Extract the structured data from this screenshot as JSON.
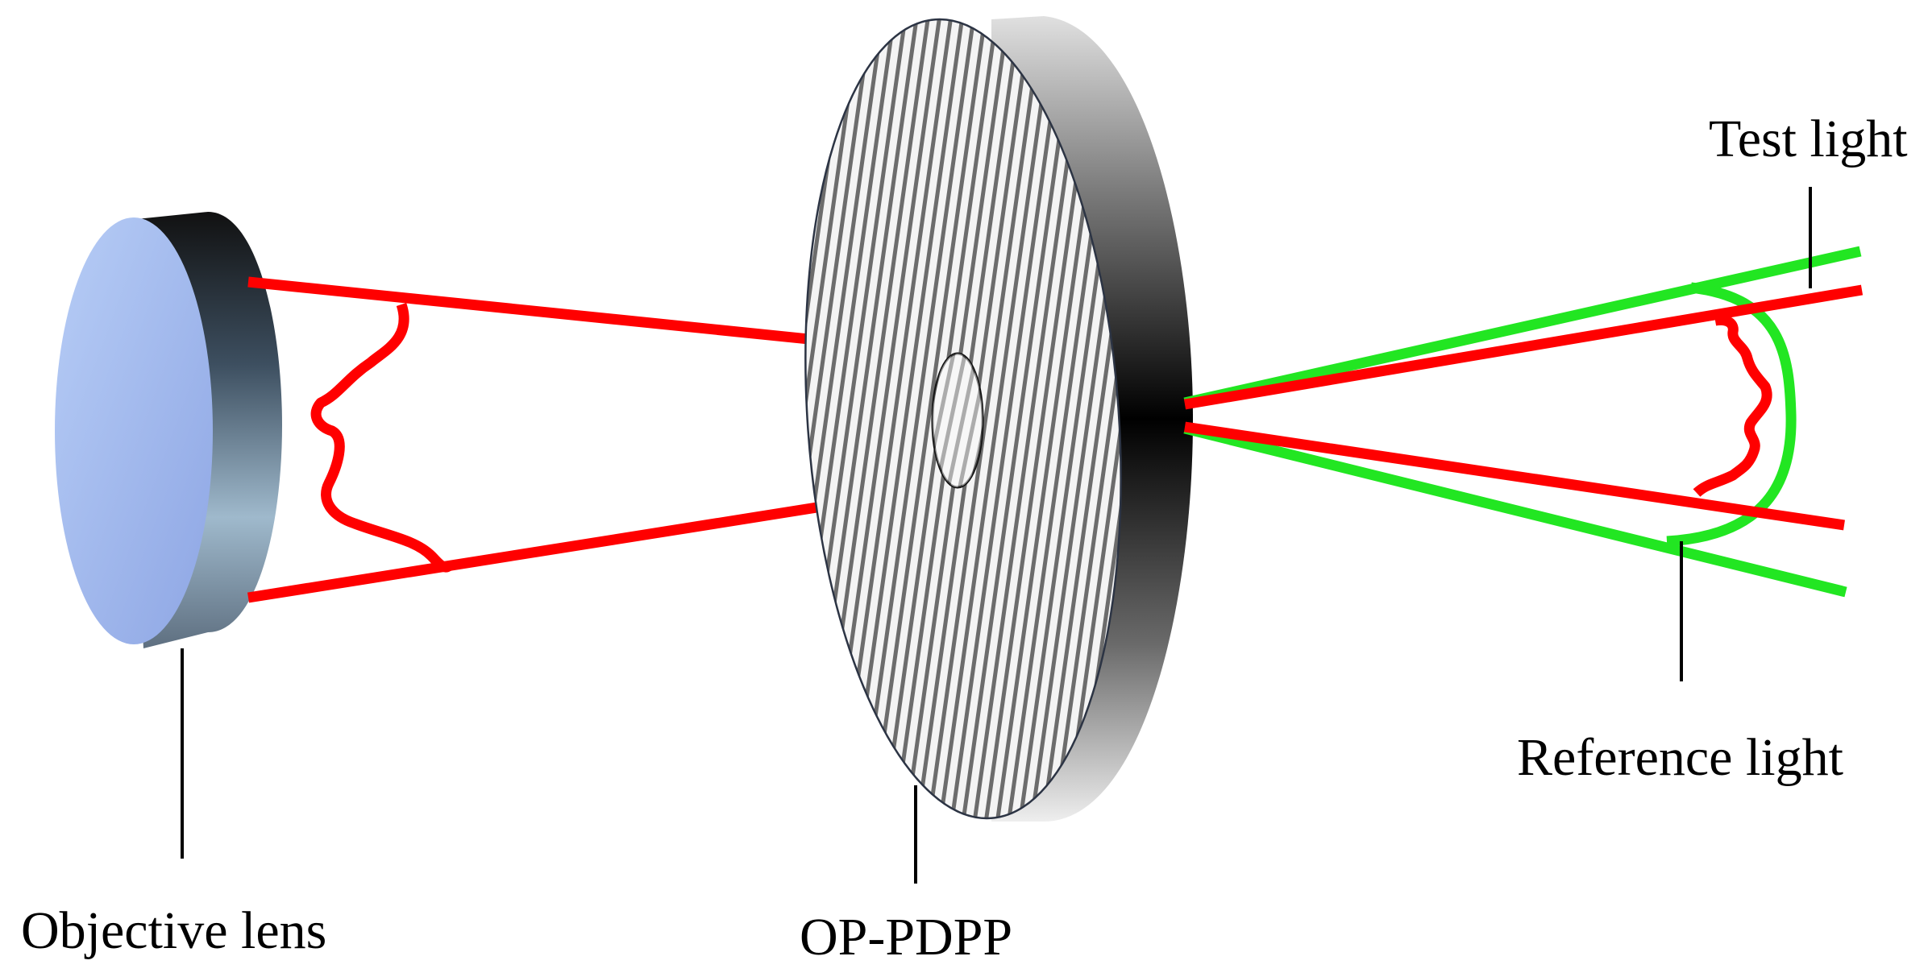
{
  "labels": {
    "objective_lens": "Objective lens",
    "op_pdpp": "OP-PDPP",
    "test_light": "Test light",
    "reference_light": "Reference light"
  },
  "colors": {
    "test_light": "#ff0000",
    "reference_light": "#22e622",
    "lens_face": "#9db4ec",
    "plate_face": "#f4f4f4",
    "plate_hatch": "#6c6c6c",
    "leader_lines": "#000000"
  },
  "icons": {
    "objective_lens": "lens-disc",
    "op_pdpp": "hatched-phase-plate"
  }
}
